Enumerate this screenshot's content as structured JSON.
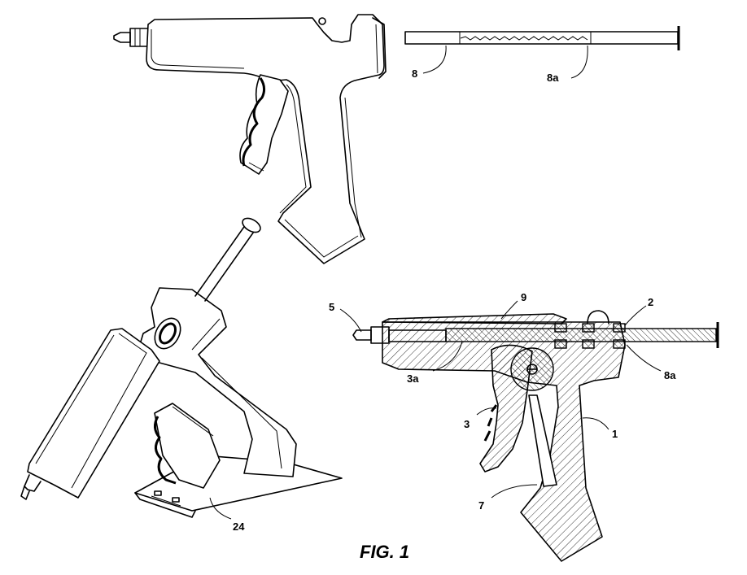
{
  "figure": {
    "caption": "FIG. 1",
    "labels": {
      "glue_stick": "8",
      "glue_stick_teeth_top": "8a",
      "nozzle": "5",
      "barrel_top": "9",
      "ring": "2",
      "guide_channel": "3a",
      "glue_stick_teeth_section": "8a",
      "trigger": "3",
      "handle_body": "1",
      "pusher_rod": "7",
      "stand": "24"
    }
  }
}
